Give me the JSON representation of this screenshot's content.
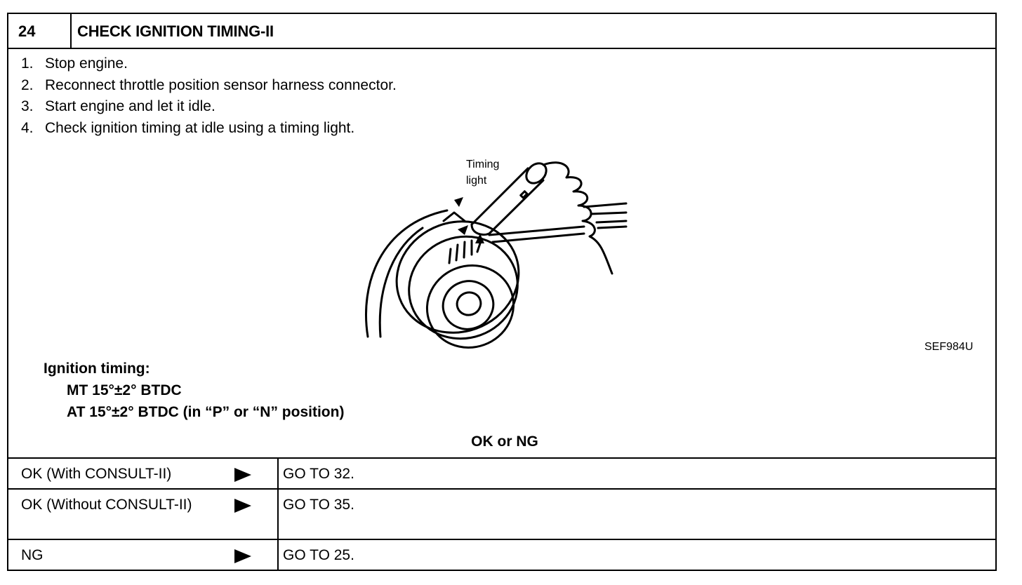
{
  "header": {
    "number": "24",
    "title": "CHECK IGNITION TIMING-II"
  },
  "steps": [
    {
      "num": "1.",
      "text": "Stop engine."
    },
    {
      "num": "2.",
      "text": "Reconnect throttle position sensor harness connector."
    },
    {
      "num": "3.",
      "text": "Start engine and let it idle."
    },
    {
      "num": "4.",
      "text": "Check ignition timing at idle using a timing light."
    }
  ],
  "figure": {
    "label_line1": "Timing",
    "label_line2": "light",
    "code": "SEF984U"
  },
  "spec": {
    "heading": "Ignition timing:",
    "mt": "MT 15°±2° BTDC",
    "at": "AT 15°±2° BTDC (in “P” or “N” position)"
  },
  "decision": "OK or NG",
  "results": [
    {
      "condition": "OK (With CONSULT-II)",
      "action": "GO TO 32."
    },
    {
      "condition": "OK (Without CONSULT-II)",
      "action": "GO TO 35."
    },
    {
      "condition": "NG",
      "action": "GO TO 25."
    }
  ]
}
